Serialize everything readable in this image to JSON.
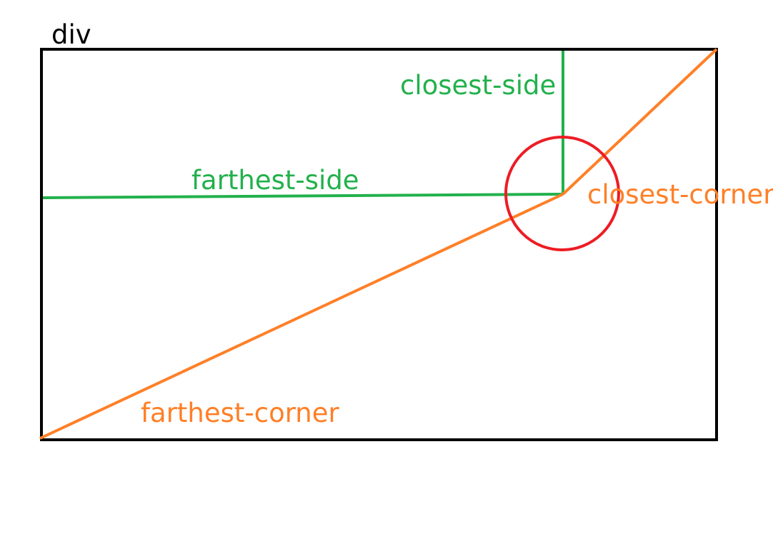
{
  "labels": {
    "div": "div",
    "closest_side": "closest-side",
    "farthest_side": "farthest-side",
    "closest_corner": "closest-corner",
    "farthest_corner": "farthest-corner"
  },
  "colors": {
    "box": "#000000",
    "side_lines": "#22b14c",
    "corner_lines": "#ff7f27",
    "circle": "#ed1c24",
    "background": "#ffffff"
  }
}
